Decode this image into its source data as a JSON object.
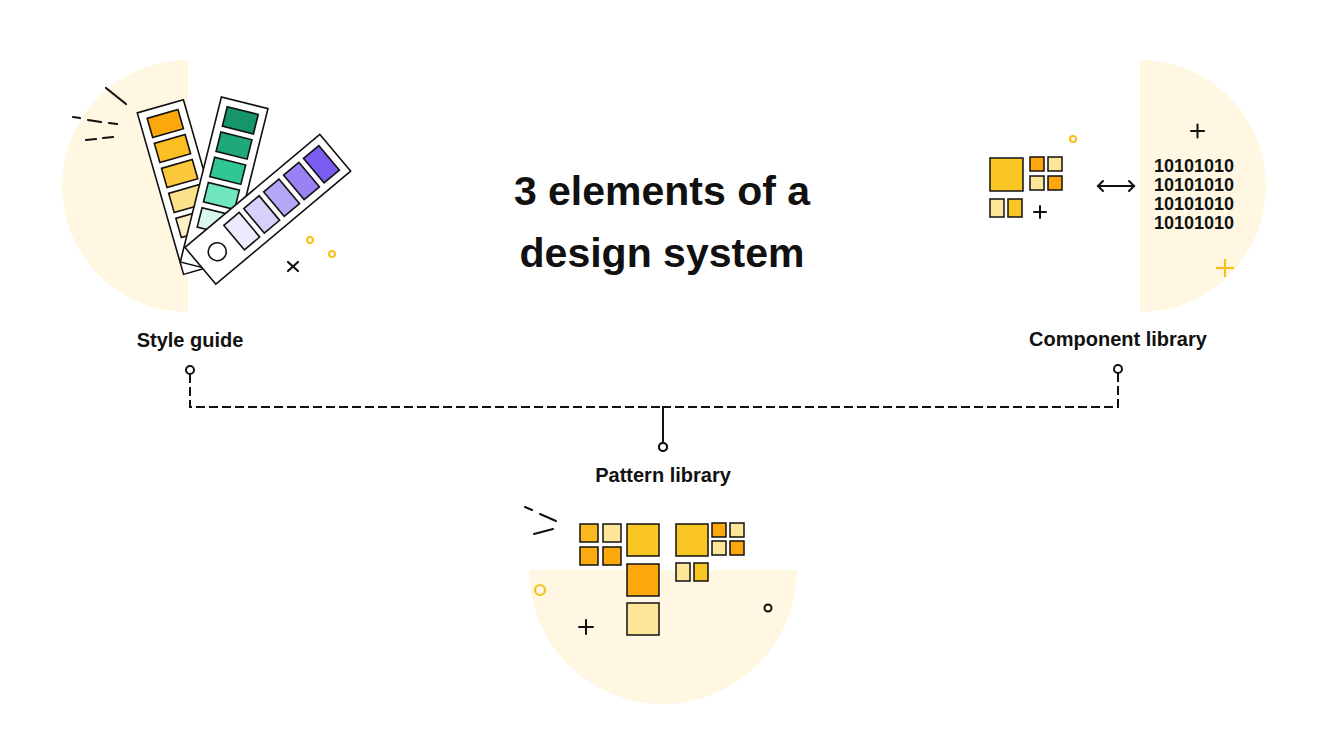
{
  "diagram": {
    "title": "3 elements of a design system",
    "nodes": [
      {
        "text": [
          "Style guide"
        ]
      },
      {
        "text": [
          "Component library"
        ]
      },
      {
        "text": [
          "Pattern library"
        ]
      }
    ],
    "edges": [
      {
        "from": 0,
        "to": 2,
        "arrow": "none"
      },
      {
        "from": 1,
        "to": 2,
        "arrow": "none"
      }
    ],
    "labels": [
      "10101010",
      "10101010",
      "10101010",
      "10101010"
    ]
  }
}
